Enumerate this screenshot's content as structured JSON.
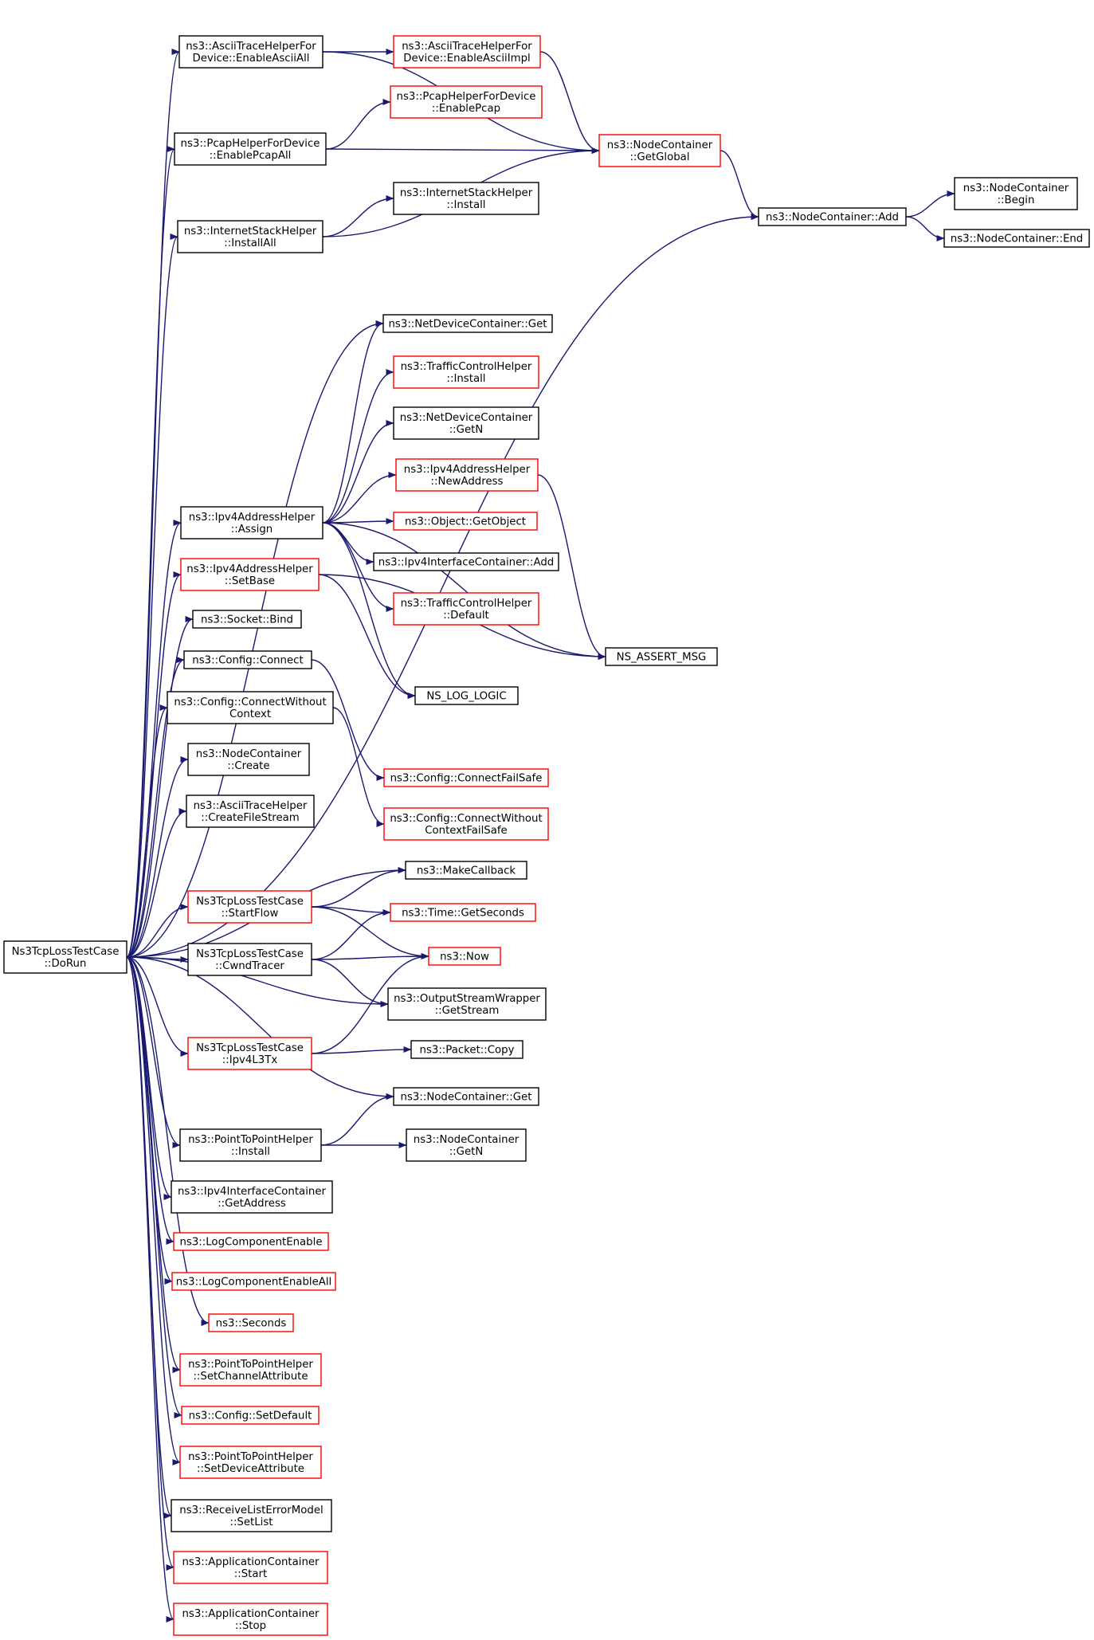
{
  "colors": {
    "edge": "#191970",
    "border_documented": "#000000",
    "border_undocumented": "#ff0000",
    "root_fill": "#bfbfbf",
    "node_fill": "#ffffff"
  },
  "nodes": [
    {
      "id": "root",
      "lines": [
        "Ns3TcpLossTestCase",
        "::DoRun"
      ],
      "border": "black",
      "root": true
    },
    {
      "id": "ascii_enable_all",
      "lines": [
        "ns3::AsciiTraceHelperFor",
        "Device::EnableAsciiAll"
      ],
      "border": "black"
    },
    {
      "id": "ascii_enable_impl",
      "lines": [
        "ns3::AsciiTraceHelperFor",
        "Device::EnableAsciiImpl"
      ],
      "border": "red"
    },
    {
      "id": "pcap_enable_pcap",
      "lines": [
        "ns3::PcapHelperForDevice",
        "::EnablePcap"
      ],
      "border": "red"
    },
    {
      "id": "pcap_enable_all",
      "lines": [
        "ns3::PcapHelperForDevice",
        "::EnablePcapAll"
      ],
      "border": "black"
    },
    {
      "id": "nc_getglobal",
      "lines": [
        "ns3::NodeContainer",
        "::GetGlobal"
      ],
      "border": "red"
    },
    {
      "id": "ish_install",
      "lines": [
        "ns3::InternetStackHelper",
        "::Install"
      ],
      "border": "black"
    },
    {
      "id": "ish_installall",
      "lines": [
        "ns3::InternetStackHelper",
        "::InstallAll"
      ],
      "border": "black"
    },
    {
      "id": "nc_begin",
      "lines": [
        "ns3::NodeContainer",
        "::Begin"
      ],
      "border": "black"
    },
    {
      "id": "nc_add",
      "lines": [
        "ns3::NodeContainer::Add"
      ],
      "border": "black"
    },
    {
      "id": "nc_end",
      "lines": [
        "ns3::NodeContainer::End"
      ],
      "border": "black"
    },
    {
      "id": "ndc_get",
      "lines": [
        "ns3::NetDeviceContainer::Get"
      ],
      "border": "black"
    },
    {
      "id": "tch_install",
      "lines": [
        "ns3::TrafficControlHelper",
        "::Install"
      ],
      "border": "red"
    },
    {
      "id": "ndc_getn",
      "lines": [
        "ns3::NetDeviceContainer",
        "::GetN"
      ],
      "border": "black"
    },
    {
      "id": "ipv4ah_newaddress",
      "lines": [
        "ns3::Ipv4AddressHelper",
        "::NewAddress"
      ],
      "border": "red"
    },
    {
      "id": "ipv4ah_assign",
      "lines": [
        "ns3::Ipv4AddressHelper",
        "::Assign"
      ],
      "border": "black"
    },
    {
      "id": "object_getobject",
      "lines": [
        "ns3::Object::GetObject"
      ],
      "border": "red"
    },
    {
      "id": "ipv4ic_add",
      "lines": [
        "ns3::Ipv4InterfaceContainer::Add"
      ],
      "border": "black"
    },
    {
      "id": "ipv4ah_setbase",
      "lines": [
        "ns3::Ipv4AddressHelper",
        "::SetBase"
      ],
      "border": "red"
    },
    {
      "id": "tch_default",
      "lines": [
        "ns3::TrafficControlHelper",
        "::Default"
      ],
      "border": "red"
    },
    {
      "id": "socket_bind",
      "lines": [
        "ns3::Socket::Bind"
      ],
      "border": "black"
    },
    {
      "id": "ns_assert_msg",
      "lines": [
        "NS_ASSERT_MSG"
      ],
      "border": "black"
    },
    {
      "id": "config_connect",
      "lines": [
        "ns3::Config::Connect"
      ],
      "border": "black"
    },
    {
      "id": "ns_log_logic",
      "lines": [
        "NS_LOG_LOGIC"
      ],
      "border": "black"
    },
    {
      "id": "config_connectwithout",
      "lines": [
        "ns3::Config::ConnectWithout",
        "Context"
      ],
      "border": "black"
    },
    {
      "id": "nc_create",
      "lines": [
        "ns3::NodeContainer",
        "::Create"
      ],
      "border": "black"
    },
    {
      "id": "config_connectfailsafe",
      "lines": [
        "ns3::Config::ConnectFailSafe"
      ],
      "border": "red"
    },
    {
      "id": "config_connectwithoutfailsafe",
      "lines": [
        "ns3::Config::ConnectWithout",
        "ContextFailSafe"
      ],
      "border": "red"
    },
    {
      "id": "ath_createfilestream",
      "lines": [
        "ns3::AsciiTraceHelper",
        "::CreateFileStream"
      ],
      "border": "black"
    },
    {
      "id": "makecallback",
      "lines": [
        "ns3::MakeCallback"
      ],
      "border": "black"
    },
    {
      "id": "startflow",
      "lines": [
        "Ns3TcpLossTestCase",
        "::StartFlow"
      ],
      "border": "red"
    },
    {
      "id": "time_getseconds",
      "lines": [
        "ns3::Time::GetSeconds"
      ],
      "border": "red"
    },
    {
      "id": "cwndtracer",
      "lines": [
        "Ns3TcpLossTestCase",
        "::CwndTracer"
      ],
      "border": "black"
    },
    {
      "id": "now",
      "lines": [
        "ns3::Now"
      ],
      "border": "red"
    },
    {
      "id": "osw_getstream",
      "lines": [
        "ns3::OutputStreamWrapper",
        "::GetStream"
      ],
      "border": "black"
    },
    {
      "id": "ipv4l3tx",
      "lines": [
        "Ns3TcpLossTestCase",
        "::Ipv4L3Tx"
      ],
      "border": "red"
    },
    {
      "id": "packet_copy",
      "lines": [
        "ns3::Packet::Copy"
      ],
      "border": "black"
    },
    {
      "id": "nc_get",
      "lines": [
        "ns3::NodeContainer::Get"
      ],
      "border": "black"
    },
    {
      "id": "p2ph_install",
      "lines": [
        "ns3::PointToPointHelper",
        "::Install"
      ],
      "border": "black"
    },
    {
      "id": "nc_getn",
      "lines": [
        "ns3::NodeContainer",
        "::GetN"
      ],
      "border": "black"
    },
    {
      "id": "ipv4ic_getaddress",
      "lines": [
        "ns3::Ipv4InterfaceContainer",
        "::GetAddress"
      ],
      "border": "black"
    },
    {
      "id": "logcomponentenable",
      "lines": [
        "ns3::LogComponentEnable"
      ],
      "border": "red"
    },
    {
      "id": "logcomponentenableall",
      "lines": [
        "ns3::LogComponentEnableAll"
      ],
      "border": "red"
    },
    {
      "id": "seconds",
      "lines": [
        "ns3::Seconds"
      ],
      "border": "red"
    },
    {
      "id": "p2ph_setchannelattribute",
      "lines": [
        "ns3::PointToPointHelper",
        "::SetChannelAttribute"
      ],
      "border": "red"
    },
    {
      "id": "config_setdefault",
      "lines": [
        "ns3::Config::SetDefault"
      ],
      "border": "red"
    },
    {
      "id": "p2ph_setdeviceattribute",
      "lines": [
        "ns3::PointToPointHelper",
        "::SetDeviceAttribute"
      ],
      "border": "red"
    },
    {
      "id": "rlem_setlist",
      "lines": [
        "ns3::ReceiveListErrorModel",
        "::SetList"
      ],
      "border": "black"
    },
    {
      "id": "ac_start",
      "lines": [
        "ns3::ApplicationContainer",
        "::Start"
      ],
      "border": "red"
    },
    {
      "id": "ac_stop",
      "lines": [
        "ns3::ApplicationContainer",
        "::Stop"
      ],
      "border": "red"
    }
  ],
  "edges": [
    [
      "root",
      "ascii_enable_all"
    ],
    [
      "root",
      "pcap_enable_all"
    ],
    [
      "root",
      "ish_installall"
    ],
    [
      "root",
      "nc_add"
    ],
    [
      "root",
      "ndc_get"
    ],
    [
      "root",
      "ipv4ah_assign"
    ],
    [
      "root",
      "ipv4ah_setbase"
    ],
    [
      "root",
      "socket_bind"
    ],
    [
      "root",
      "config_connect"
    ],
    [
      "root",
      "config_connectwithout"
    ],
    [
      "root",
      "nc_create"
    ],
    [
      "root",
      "ath_createfilestream"
    ],
    [
      "root",
      "makecallback"
    ],
    [
      "root",
      "startflow"
    ],
    [
      "root",
      "cwndtracer"
    ],
    [
      "root",
      "osw_getstream"
    ],
    [
      "root",
      "ipv4l3tx"
    ],
    [
      "root",
      "nc_get"
    ],
    [
      "root",
      "p2ph_install"
    ],
    [
      "root",
      "ipv4ic_getaddress"
    ],
    [
      "root",
      "logcomponentenable"
    ],
    [
      "root",
      "logcomponentenableall"
    ],
    [
      "root",
      "seconds"
    ],
    [
      "root",
      "p2ph_setchannelattribute"
    ],
    [
      "root",
      "config_setdefault"
    ],
    [
      "root",
      "p2ph_setdeviceattribute"
    ],
    [
      "root",
      "rlem_setlist"
    ],
    [
      "root",
      "ac_start"
    ],
    [
      "root",
      "ac_stop"
    ],
    [
      "ascii_enable_all",
      "ascii_enable_impl"
    ],
    [
      "ascii_enable_all",
      "nc_getglobal"
    ],
    [
      "ascii_enable_impl",
      "nc_getglobal"
    ],
    [
      "pcap_enable_all",
      "pcap_enable_pcap"
    ],
    [
      "pcap_enable_all",
      "nc_getglobal"
    ],
    [
      "ish_installall",
      "ish_install"
    ],
    [
      "ish_installall",
      "nc_getglobal"
    ],
    [
      "nc_getglobal",
      "nc_add"
    ],
    [
      "nc_add",
      "nc_begin"
    ],
    [
      "nc_add",
      "nc_end"
    ],
    [
      "ipv4ah_assign",
      "ndc_get"
    ],
    [
      "ipv4ah_assign",
      "tch_install"
    ],
    [
      "ipv4ah_assign",
      "ndc_getn"
    ],
    [
      "ipv4ah_assign",
      "ipv4ah_newaddress"
    ],
    [
      "ipv4ah_assign",
      "object_getobject"
    ],
    [
      "ipv4ah_assign",
      "ipv4ic_add"
    ],
    [
      "ipv4ah_assign",
      "tch_default"
    ],
    [
      "ipv4ah_assign",
      "ns_assert_msg"
    ],
    [
      "ipv4ah_assign",
      "ns_log_logic"
    ],
    [
      "ipv4ah_newaddress",
      "ns_assert_msg"
    ],
    [
      "ipv4ah_setbase",
      "ns_log_logic"
    ],
    [
      "ipv4ah_setbase",
      "ns_assert_msg"
    ],
    [
      "config_connect",
      "config_connectfailsafe"
    ],
    [
      "config_connectwithout",
      "config_connectwithoutfailsafe"
    ],
    [
      "startflow",
      "makecallback"
    ],
    [
      "startflow",
      "time_getseconds"
    ],
    [
      "startflow",
      "now"
    ],
    [
      "cwndtracer",
      "time_getseconds"
    ],
    [
      "cwndtracer",
      "now"
    ],
    [
      "cwndtracer",
      "osw_getstream"
    ],
    [
      "ipv4l3tx",
      "now"
    ],
    [
      "ipv4l3tx",
      "packet_copy"
    ],
    [
      "p2ph_install",
      "nc_get"
    ],
    [
      "p2ph_install",
      "nc_getn"
    ]
  ]
}
